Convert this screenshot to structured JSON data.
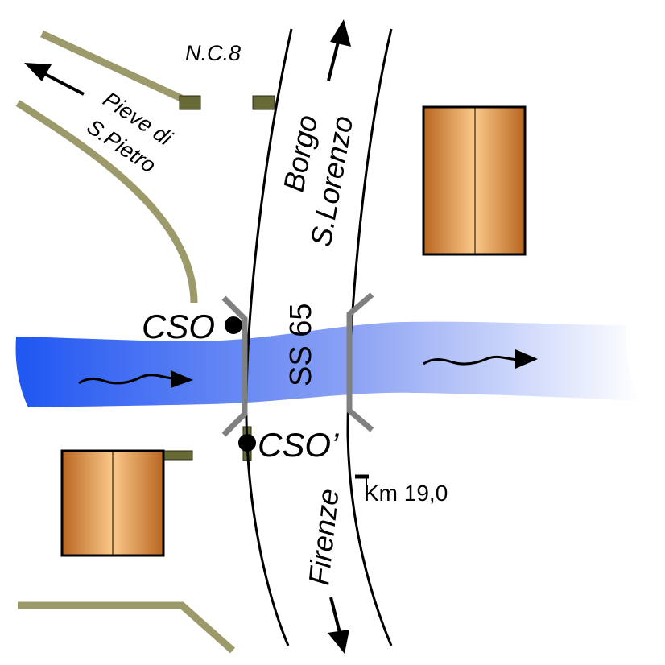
{
  "labels": {
    "nc8": "N.C.8",
    "pieve_line1": "Pieve di",
    "pieve_line2": "S.Pietro",
    "borgo_line1": "Borgo",
    "borgo_line2": "S.Lorenzo",
    "ss65": "SS 65",
    "cso": "CSO",
    "cso_prime": "CSO’",
    "firenze": "Firenze",
    "km": "Km 19,0"
  },
  "colors": {
    "side_road": "#9c9a6a",
    "culvert": "#666b36",
    "building_edge": "#b8651f",
    "building_light": "#fbc98a",
    "river_start": "#1f56f2",
    "river_end": "#ffffff",
    "bridge_rail": "#808080"
  },
  "icons": {
    "flow_arrow": "flow-arrow-icon",
    "direction_arrow": "direction-arrow-icon"
  }
}
